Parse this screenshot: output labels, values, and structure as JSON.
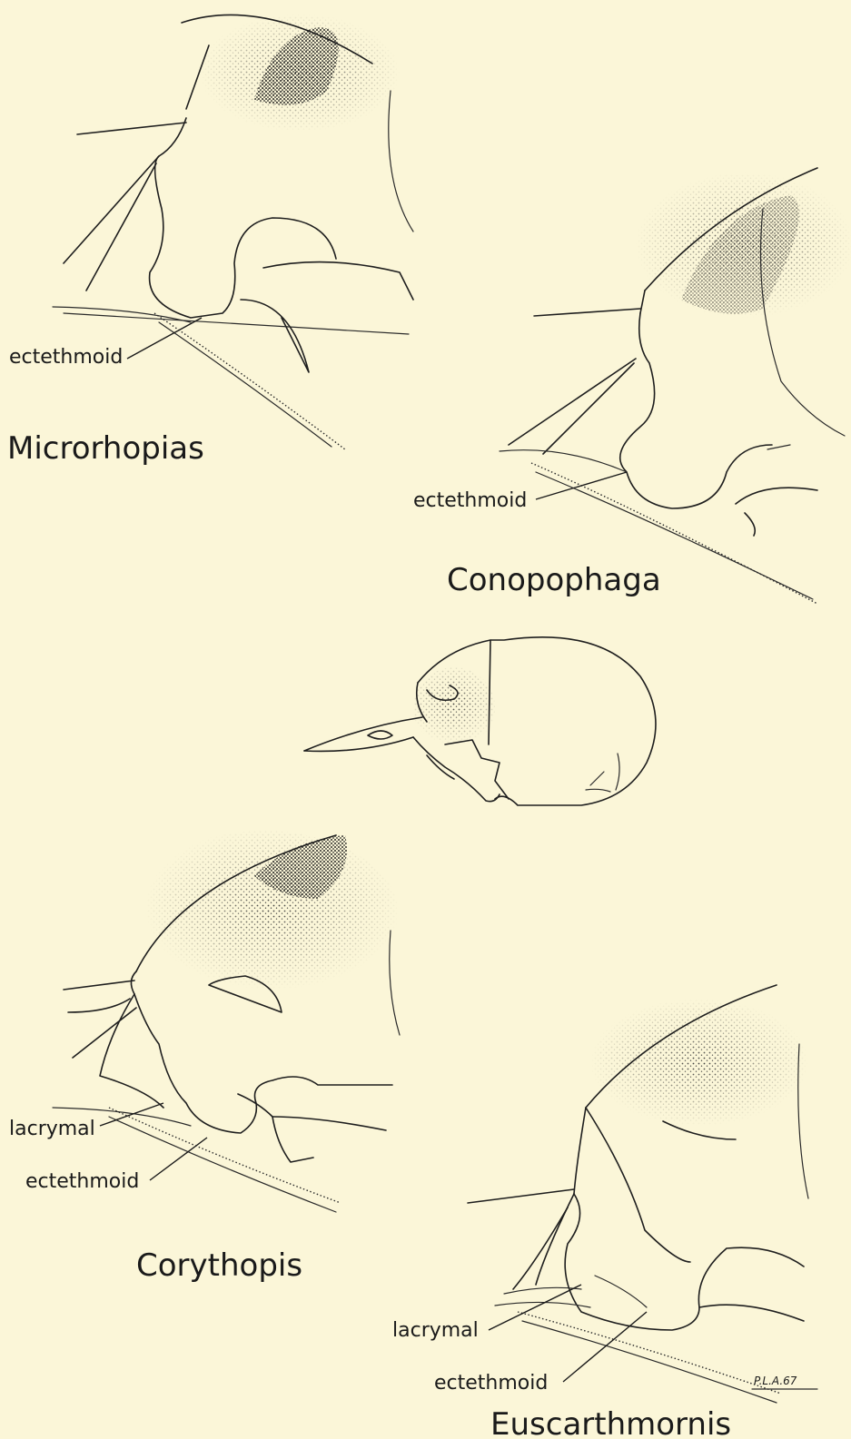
{
  "figure": {
    "panels": [
      {
        "name": "Microrhopias",
        "labels": [
          "ectethmoid"
        ]
      },
      {
        "name": "Conopophaga",
        "labels": [
          "ectethmoid"
        ]
      },
      {
        "name": "Corythopis",
        "labels": [
          "lacrymal",
          "ectethmoid"
        ]
      },
      {
        "name": "Euscarthmornis",
        "labels": [
          "lacrymal",
          "ectethmoid"
        ]
      }
    ],
    "signature": "P.L.A.67"
  },
  "colors": {
    "background": "#fbf6d8",
    "ink": "#1a1a1a",
    "stipple": "#3a3a3a"
  }
}
